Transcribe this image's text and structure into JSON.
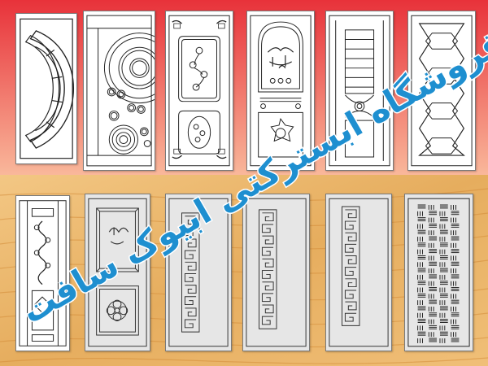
{
  "watermark": {
    "text": "فروشگاه ابسترکتی ابیوک سافت"
  },
  "colors": {
    "top_gradient_start": "#e8323a",
    "top_gradient_end": "#fbc7a6",
    "wood_light": "#f3c784",
    "wood_dark": "#d9963f",
    "panel_border": "#7a7a7a",
    "line": "#333333",
    "watermark_fill": "#1e8fd0",
    "watermark_stroke": "#ffffff"
  },
  "panels": [
    {
      "id": "door-1",
      "pattern": "arc-bands",
      "shade": "white"
    },
    {
      "id": "door-2",
      "pattern": "circles",
      "shade": "white"
    },
    {
      "id": "door-3",
      "pattern": "floral-frames",
      "shade": "white"
    },
    {
      "id": "door-4",
      "pattern": "calligraphy-arch",
      "shade": "white"
    },
    {
      "id": "door-5",
      "pattern": "ladder",
      "shade": "white"
    },
    {
      "id": "door-6",
      "pattern": "hexagon-chain",
      "shade": "white"
    },
    {
      "id": "door-7",
      "pattern": "ornament-column",
      "shade": "white"
    },
    {
      "id": "door-8",
      "pattern": "two-frames-flower",
      "shade": "grey"
    },
    {
      "id": "door-9",
      "pattern": "meander-strip",
      "shade": "grey"
    },
    {
      "id": "door-10",
      "pattern": "meander-strip",
      "shade": "grey"
    },
    {
      "id": "door-11",
      "pattern": "meander-strip",
      "shade": "grey"
    },
    {
      "id": "door-12",
      "pattern": "hatch-strip",
      "shade": "grey"
    }
  ]
}
